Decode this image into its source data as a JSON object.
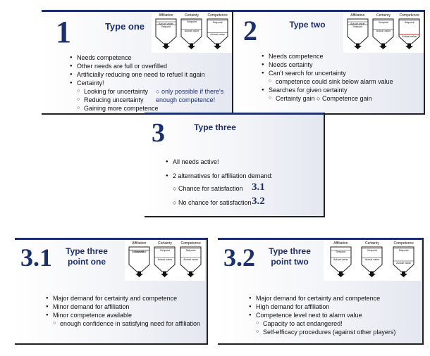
{
  "tank_headers": [
    "Affiliation",
    "Certainty",
    "Competence"
  ],
  "tank_labels": {
    "setpoint": "Setpoint",
    "actual": "Actual value"
  },
  "colors": {
    "accent": "#1c2f6e",
    "alarm": "#cc2222"
  },
  "slide1": {
    "number": "1",
    "title": "Type one",
    "bullets": [
      "Needs competence",
      "Other needs are full or overfilled",
      "Artificially reducing one need to refuel it again",
      "Certainty!"
    ],
    "subs": [
      "Looking for uncertainty",
      "Reducing uncertainty",
      "Gaining more competence"
    ],
    "note": [
      "only possible if there's",
      "enough competence!"
    ]
  },
  "slide2": {
    "number": "2",
    "title": "Type two",
    "items": [
      {
        "t": "Needs competence",
        "k": "m"
      },
      {
        "t": "Needs certainty",
        "k": "m"
      },
      {
        "t": "Can't search for uncertainty",
        "k": "m"
      },
      {
        "t": "competence could sink below alarm value",
        "k": "s"
      },
      {
        "t": "Searches for given certainty",
        "k": "m"
      },
      {
        "t": "Certainty gain  ○ Competence gain",
        "k": "s"
      }
    ]
  },
  "slide3": {
    "number": "3",
    "title": "Type three",
    "line1": "All needs active!",
    "line2": "2 alternatives for affiliation demand:",
    "opt1": "Chance for satisfaction",
    "opt1_num": "3.1",
    "opt2": "No chance for satisfaction",
    "opt2_num": "3.2"
  },
  "slide4": {
    "number": "3.1",
    "title": [
      "Type three",
      "point one"
    ],
    "items": [
      {
        "t": "Major demand for certainty and competence",
        "k": "m"
      },
      {
        "t": "Minor demand for affiliation",
        "k": "m"
      },
      {
        "t": "Minor competence available",
        "k": "m"
      },
      {
        "t": "enough confidence in satisfying need for affiliation",
        "k": "s"
      }
    ]
  },
  "slide5": {
    "number": "3.2",
    "title": [
      "Type three",
      "point two"
    ],
    "items": [
      {
        "t": "Major demand for certainty and competence",
        "k": "m"
      },
      {
        "t": "High demand for affiliation",
        "k": "m"
      },
      {
        "t": "Competence level next to alarm value",
        "k": "m"
      },
      {
        "t": "Capacity to act endangered!",
        "k": "s"
      },
      {
        "t": "Self-efficacy procedures (against other players)",
        "k": "s"
      }
    ]
  }
}
